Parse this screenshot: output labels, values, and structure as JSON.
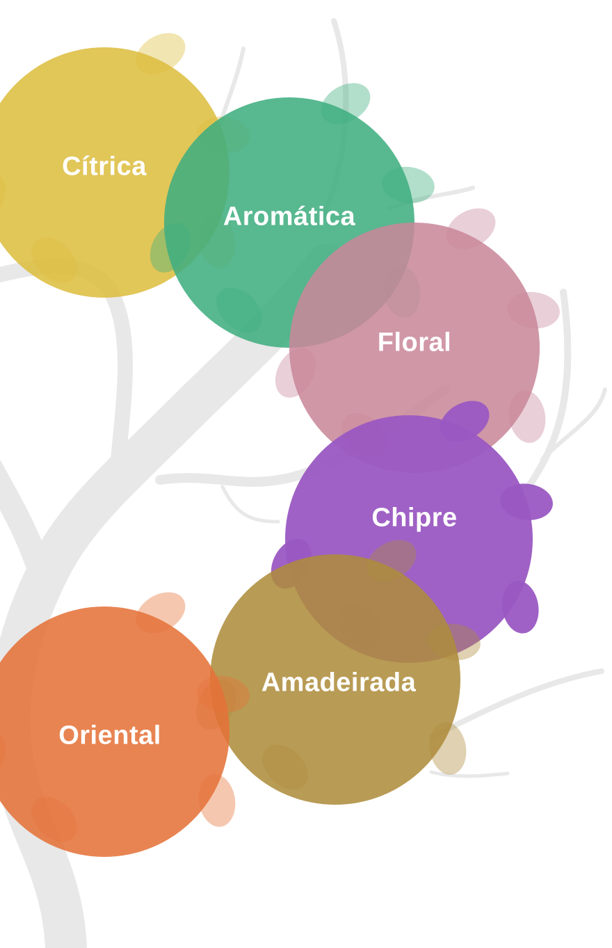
{
  "families": [
    {
      "id": "citrica",
      "label": "Cítrica",
      "color": "#dcbd3f"
    },
    {
      "id": "aromatica",
      "label": "Aromática",
      "color": "#3fae7f"
    },
    {
      "id": "floral",
      "label": "Floral",
      "color": "#c9879a"
    },
    {
      "id": "chipre",
      "label": "Chipre",
      "color": "#9a58c2"
    },
    {
      "id": "amadeirada",
      "label": "Amadeirada",
      "color": "#ae8c3c"
    },
    {
      "id": "oriental",
      "label": "Oriental",
      "color": "#e57238"
    }
  ],
  "tree_color": "#e6e6e6"
}
